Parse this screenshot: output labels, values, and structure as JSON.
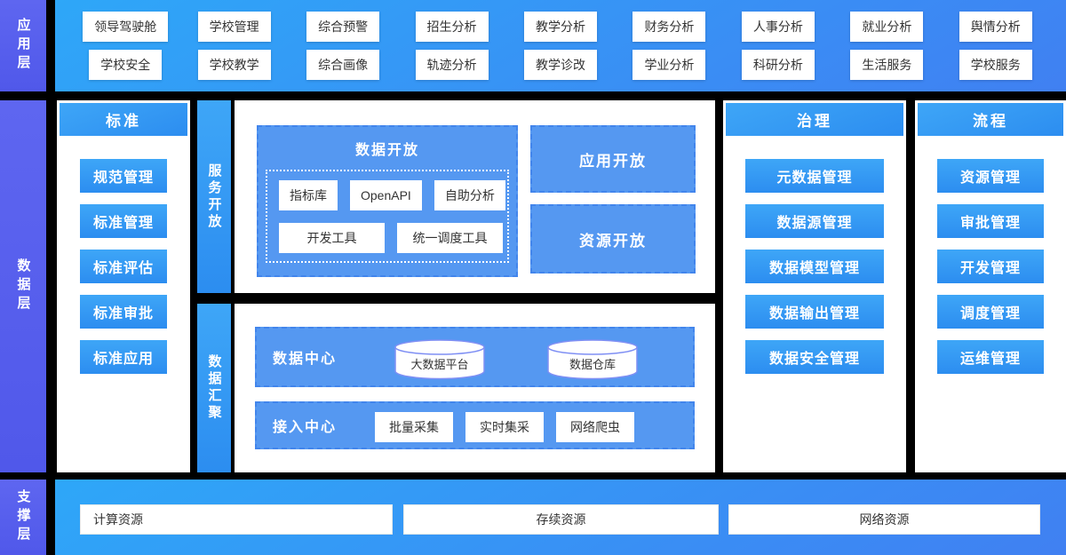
{
  "colors": {
    "page_bg": "#000000",
    "band_a": "#2EA7F8",
    "band_b": "#4080F2",
    "accent_a": "#3EA6F7",
    "accent_b": "#2C8DF0",
    "sidebar_a": "#5E66F0",
    "sidebar_b": "#5058EA",
    "panel_fill": "#5598F1",
    "panel_border": "#4285EC",
    "card_bg": "#FFFFFF",
    "text_dark": "#333333",
    "cyl_stroke": "#7F8FF4"
  },
  "layers": {
    "app": "应用层",
    "data": "数据层",
    "support": "支撑层"
  },
  "app_layer": {
    "row1": [
      "领导驾驶舱",
      "学校管理",
      "综合预警",
      "招生分析",
      "教学分析",
      "财务分析",
      "人事分析",
      "就业分析",
      "舆情分析"
    ],
    "row2": [
      "学校安全",
      "学校教学",
      "综合画像",
      "轨迹分析",
      "教学诊改",
      "学业分析",
      "科研分析",
      "生活服务",
      "学校服务"
    ]
  },
  "standard": {
    "title": "标准",
    "items": [
      "规范管理",
      "标准管理",
      "标准评估",
      "标准审批",
      "标准应用"
    ]
  },
  "service": {
    "bar": "服务开放",
    "data_open": {
      "title": "数据开放",
      "row1": [
        "指标库",
        "OpenAPI",
        "自助分析"
      ],
      "row2": [
        "开发工具",
        "统一调度工具"
      ]
    },
    "app_open": "应用开放",
    "resource_open": "资源开放"
  },
  "gather": {
    "bar": "数据汇聚",
    "data_center": {
      "title": "数据中心",
      "databases": [
        "大数据平台",
        "数据仓库"
      ]
    },
    "access_center": {
      "title": "接入中心",
      "items": [
        "批量采集",
        "实时集采",
        "网络爬虫"
      ]
    }
  },
  "governance": {
    "title": "治理",
    "items": [
      "元数据管理",
      "数据源管理",
      "数据模型管理",
      "数据输出管理",
      "数据安全管理"
    ]
  },
  "process": {
    "title": "流程",
    "items": [
      "资源管理",
      "审批管理",
      "开发管理",
      "调度管理",
      "运维管理"
    ]
  },
  "support_layer": {
    "items": [
      "计算资源",
      "存续资源",
      "网络资源"
    ]
  }
}
